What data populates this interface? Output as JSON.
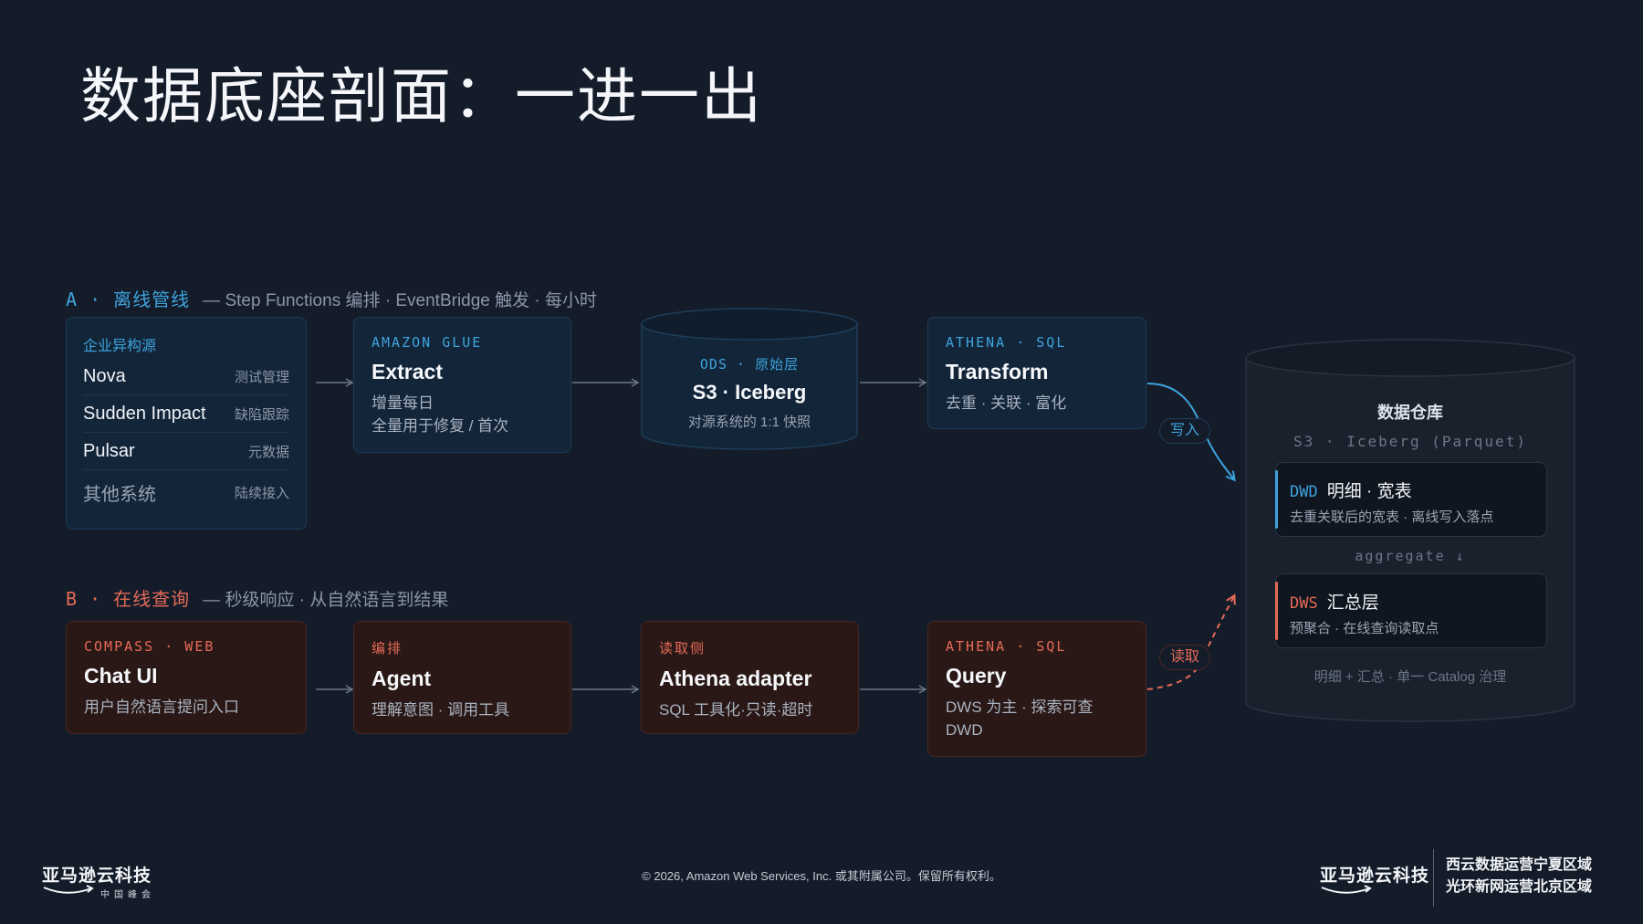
{
  "title": "数据底座剖面：一进一出",
  "lane_a": {
    "tag": "A · 离线管线",
    "desc": "— Step Functions 编排 · EventBridge 触发 · 每小时"
  },
  "lane_b": {
    "tag": "B · 在线查询",
    "desc": "— 秒级响应 · 从自然语言到结果"
  },
  "sources": {
    "heading": "企业异构源",
    "items": [
      {
        "name": "Nova",
        "tag": "测试管理"
      },
      {
        "name": "Sudden Impact",
        "tag": "缺陷跟踪"
      },
      {
        "name": "Pulsar",
        "tag": "元数据"
      },
      {
        "name": "其他系统",
        "tag": "陆续接入"
      }
    ]
  },
  "extract": {
    "kicker": "AMAZON GLUE",
    "head": "Extract",
    "line1": "增量每日",
    "line2": "全量用于修复 / 首次"
  },
  "ods": {
    "kicker": "ODS · 原始层",
    "head": "S3 · Iceberg",
    "sub": "对源系统的 1:1 快照"
  },
  "transform": {
    "kicker": "ATHENA · SQL",
    "head": "Transform",
    "sub": "去重 · 关联 · 富化"
  },
  "write_label": "写入",
  "read_label": "读取",
  "warehouse": {
    "title": "数据仓库",
    "sub": "S3 · Iceberg (Parquet)",
    "dwd": {
      "code": "DWD",
      "name": "明细 · 宽表",
      "desc": "去重关联后的宽表 · 离线写入落点"
    },
    "aggregate": "aggregate ↓",
    "dws": {
      "code": "DWS",
      "name": "汇总层",
      "desc": "预聚合 · 在线查询读取点"
    },
    "footer": "明细 + 汇总 · 单一 Catalog 治理"
  },
  "chat": {
    "kicker": "COMPASS · WEB",
    "head": "Chat UI",
    "sub": "用户自然语言提问入口"
  },
  "agent": {
    "kicker": "编排",
    "head": "Agent",
    "sub": "理解意图 · 调用工具"
  },
  "adapter": {
    "kicker": "读取侧",
    "head": "Athena adapter",
    "sub": "SQL 工具化·只读·超时"
  },
  "query": {
    "kicker": "ATHENA · SQL",
    "head": "Query",
    "sub": "DWS 为主 · 探索可查 DWD"
  },
  "footer": {
    "copyright": "© 2026, Amazon Web Services, Inc. 或其附属公司。保留所有权利。",
    "logo_left": "亚马逊云科技",
    "logo_left_sub": "中国峰会",
    "logo_right": "亚马逊云科技",
    "region1": "西云数据运营宁夏区域",
    "region2": "光环新网运营北京区域"
  },
  "colors": {
    "background": "#141c2a",
    "accent_blue": "#3ea3dc",
    "accent_red": "#e56a57"
  }
}
